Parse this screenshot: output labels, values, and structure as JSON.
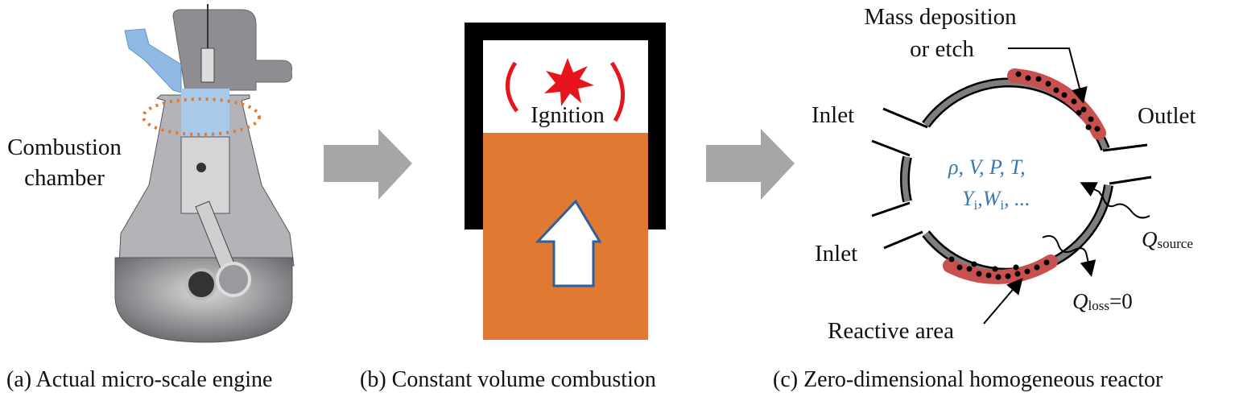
{
  "panel_a": {
    "label_line1": "Combustion",
    "label_line2": "chamber",
    "caption": "(a) Actual micro-scale engine"
  },
  "panel_b": {
    "ignition_label": "Ignition",
    "caption": "(b) Constant volume combustion"
  },
  "panel_c": {
    "mass_label_line1": "Mass deposition",
    "mass_label_line2": "or etch",
    "inlet_top": "Inlet",
    "inlet_bottom": "Inlet",
    "outlet": "Outlet",
    "variables_line1": "ρ, V, P, T,",
    "variables_Y": "Y",
    "variables_i1": "i",
    "variables_W": ",W",
    "variables_i2": "i",
    "variables_tail": ", ...",
    "q_source_symbol": "Q",
    "q_source_sub": "source",
    "q_loss_symbol": "Q",
    "q_loss_sub": "loss",
    "q_loss_value": "=0",
    "reactive_area": "Reactive area",
    "caption": "(c) Zero-dimensional homogeneous reactor"
  },
  "colors": {
    "orange": "#e07a33",
    "arrow_gray": "#a6a6a6",
    "deposit_red": "#c8504f",
    "variable_blue": "#3a78b0",
    "chamber_blue": "#a9c8ea"
  }
}
